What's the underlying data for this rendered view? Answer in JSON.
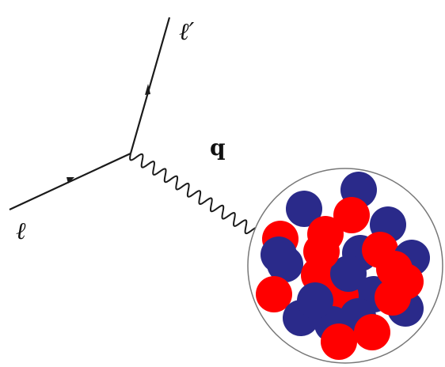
{
  "labels": {
    "incoming_lepton": "ℓ",
    "outgoing_lepton": "ℓ′",
    "momentum_transfer": "q"
  },
  "colors": {
    "line": "#1a1a1a",
    "proton": "#ff0000",
    "neutron": "#2a2a8a",
    "nucleus_outline": "#777777"
  },
  "nucleons": [
    {
      "type": "neutron"
    },
    {
      "type": "neutron"
    },
    {
      "type": "proton"
    },
    {
      "type": "neutron"
    },
    {
      "type": "proton"
    },
    {
      "type": "neutron"
    },
    {
      "type": "proton"
    },
    {
      "type": "neutron"
    },
    {
      "type": "proton"
    },
    {
      "type": "neutron"
    },
    {
      "type": "proton"
    },
    {
      "type": "neutron"
    },
    {
      "type": "proton"
    },
    {
      "type": "neutron"
    },
    {
      "type": "proton"
    },
    {
      "type": "neutron"
    },
    {
      "type": "neutron"
    },
    {
      "type": "proton"
    },
    {
      "type": "proton"
    },
    {
      "type": "neutron"
    },
    {
      "type": "neutron"
    },
    {
      "type": "proton"
    },
    {
      "type": "proton"
    },
    {
      "type": "neutron"
    },
    {
      "type": "neutron"
    },
    {
      "type": "proton"
    },
    {
      "type": "proton"
    }
  ]
}
